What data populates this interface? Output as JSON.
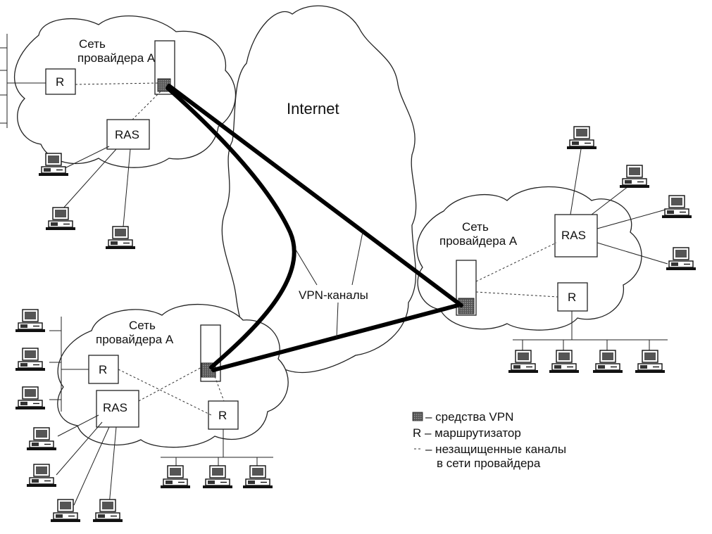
{
  "internet_label": "Internet",
  "vpn_channels_label": "VPN-каналы",
  "networks": {
    "top_left": {
      "title_line1": "Сеть",
      "title_line2": "провайдера А",
      "router": "R",
      "ras": "RAS"
    },
    "right": {
      "title_line1": "Сеть",
      "title_line2": "провайдера А",
      "router": "R",
      "ras": "RAS"
    },
    "bottom_left": {
      "title_line1": "Сеть",
      "title_line2": "провайдера А",
      "router_left": "R",
      "router_right": "R",
      "ras": "RAS"
    }
  },
  "legend": {
    "vpn_means": "– средства VPN",
    "router": "R – маршрутизатор",
    "unprotected_line1": "– незащищенные каналы",
    "unprotected_line2": "в сети провайдера"
  },
  "colors": {
    "vpn_device": "#6e6e6e",
    "tunnel": "#000000"
  },
  "icons": [
    "computer-icon",
    "vpn-device-icon",
    "cloud-icon"
  ]
}
